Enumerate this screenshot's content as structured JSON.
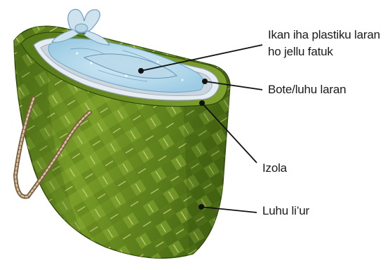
{
  "labels": [
    {
      "id": "fish",
      "lines": [
        "Ikan iha plastiku laran",
        "ho jellu fatuk"
      ]
    },
    {
      "id": "inner-bag",
      "lines": [
        "Bote/luhu laran"
      ]
    },
    {
      "id": "insulation",
      "lines": [
        "Izola"
      ]
    },
    {
      "id": "outer-basket",
      "lines": [
        "Luhu li’ur"
      ]
    }
  ],
  "colors": {
    "basket_dark": "#3d5a12",
    "basket_mid": "#6b8f22",
    "basket_light": "#9ab83a",
    "weave_line": "#d8d98a",
    "inner_lining": "#dfe7ee",
    "ice_blue": "#a8d4ea",
    "rope": "#a88a6a",
    "leader_line": "#111111"
  }
}
